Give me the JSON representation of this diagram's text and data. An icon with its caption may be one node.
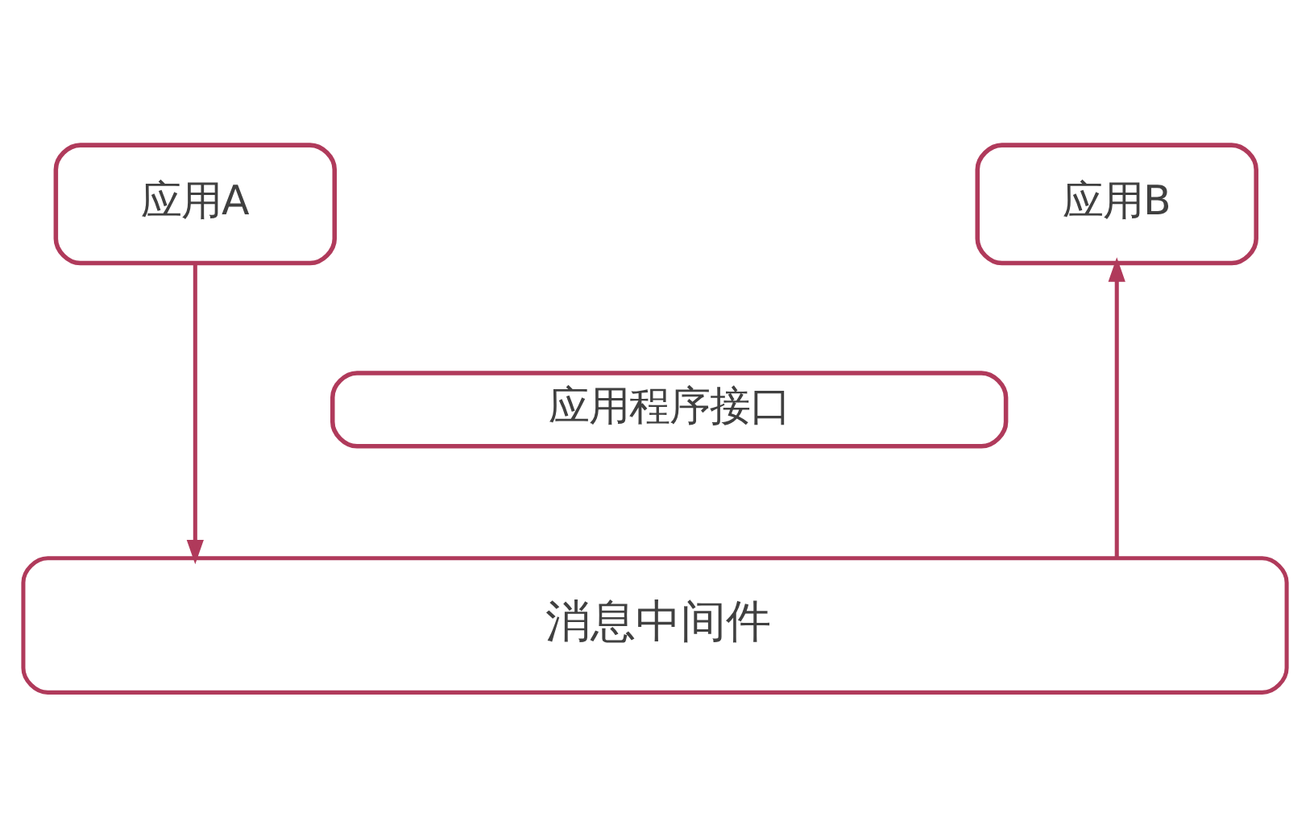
{
  "diagram": {
    "nodes": [
      {
        "text": [
          "应用A"
        ]
      },
      {
        "text": [
          "应用B"
        ]
      },
      {
        "text": [
          "应用程序接口"
        ]
      },
      {
        "text": [
          "消息中间件"
        ]
      }
    ],
    "edges": [
      {
        "from": 0,
        "to": 3,
        "arrow": "to"
      },
      {
        "from": 3,
        "to": 1,
        "arrow": "to"
      }
    ]
  }
}
